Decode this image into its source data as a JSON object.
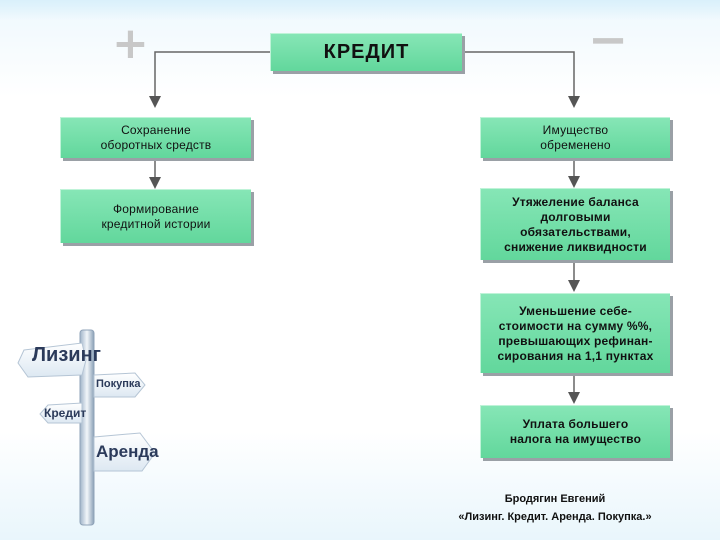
{
  "title": "КРЕДИТ",
  "plus_sign": "+",
  "minus_sign": "−",
  "left": [
    "Сохранение\nоборотных средств",
    "Формирование\nкредитной истории"
  ],
  "right": [
    "Имущество\nобременено",
    "Утяжеление баланса\nдолговыми\nобязательствами,\nснижение ликвидности",
    "Уменьшение себе-\nстоимости на сумму %%,\nпревышающих рефинан-\nсирования на 1,1 пунктах",
    "Уплата большего\nналога на имущество"
  ],
  "signpost": {
    "sign1": "Лизинг",
    "sign2": "Покупка",
    "sign3": "Кредит",
    "sign4": "Аренда"
  },
  "author": {
    "name": "Бродягин Евгений",
    "book": "«Лизинг. Кредит. Аренда. Покупка.»"
  }
}
